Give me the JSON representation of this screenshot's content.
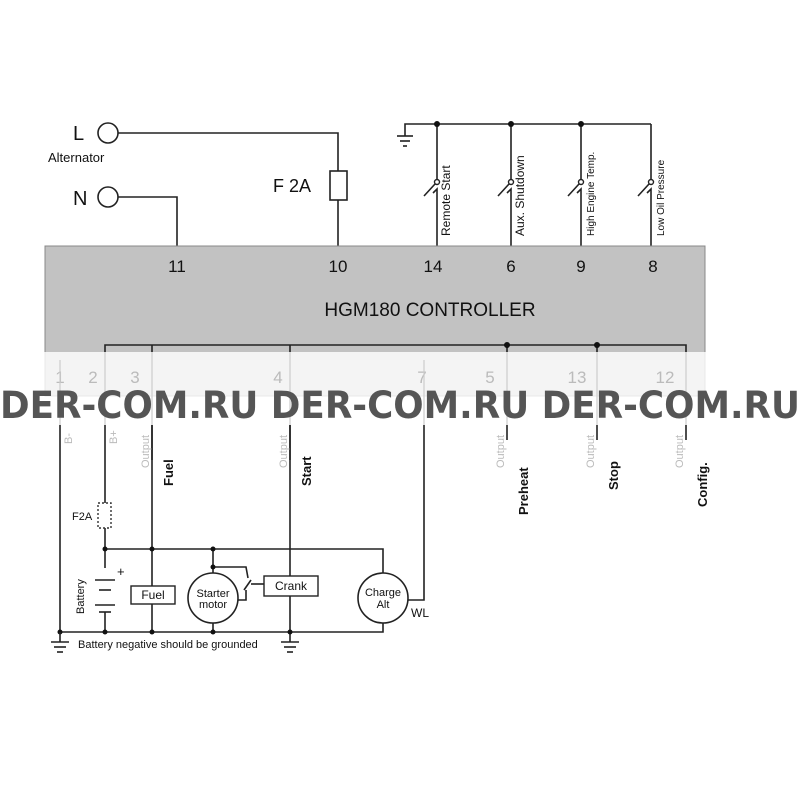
{
  "colors": {
    "controller_fill": "#c2c2c2",
    "wire": "#222222",
    "watermark": "#555555"
  },
  "alternator": {
    "l_label": "L",
    "n_label": "N",
    "caption": "Alternator",
    "fuse_label": "F 2A"
  },
  "controller": {
    "title": "HGM180 CONTROLLER",
    "top_terminals": [
      "11",
      "10",
      "14",
      "6",
      "9",
      "8"
    ],
    "bottom_terminals": [
      "1",
      "2",
      "3",
      "4",
      "7",
      "5",
      "13",
      "12"
    ],
    "faint_labels": {
      "b_minus": "B-",
      "b_plus": "B+",
      "output": "Output"
    }
  },
  "inputs": [
    "Remote Start",
    "Aux. Shutdown",
    "High Engine Temp.",
    "Low Oil Pressure"
  ],
  "outputs": [
    "Fuel",
    "Start",
    "Preheat",
    "Stop",
    "Config."
  ],
  "engine": {
    "fuse_label": "F2A",
    "battery_label": "Battery",
    "plus_sign": "+",
    "fuel_box": "Fuel",
    "starter_line1": "Starter",
    "starter_line2": "motor",
    "crank_box": "Crank",
    "alt_line1": "Charge",
    "alt_line2": "Alt",
    "wl_label": "WL",
    "ground_note": "Battery negative should be grounded"
  },
  "watermark": "DER-COM.RU DER-COM.RU DER-COM.RU"
}
